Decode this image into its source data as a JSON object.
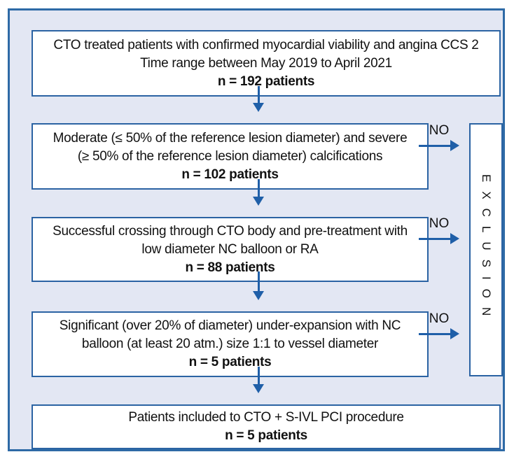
{
  "figure": {
    "type": "patient-flow-diagram",
    "boxes": [
      {
        "lines": [
          "CTO treated patients with confirmed myocardial viability and angina CCS 2",
          "Time range between May 2019 to April 2021"
        ],
        "n_label": "n = 192 patients"
      },
      {
        "lines": [
          "Moderate (≤ 50% of the reference lesion diameter) and severe",
          "(≥ 50% of the reference lesion diameter) calcifications"
        ],
        "n_label": "n = 102 patients"
      },
      {
        "lines": [
          "Successful crossing through CTO body and pre-treatment with",
          "low diameter NC balloon or RA"
        ],
        "n_label": "n = 88 patients"
      },
      {
        "lines": [
          "Significant (over 20% of diameter) under-expansion with NC",
          "balloon (at least 20 atm.) size 1:1 to vessel diameter"
        ],
        "n_label": "n = 5 patients"
      },
      {
        "lines": [
          "Patients included to CTO + S-IVL PCI procedure"
        ],
        "n_label": "n = 5 patients"
      }
    ],
    "exclusion_label": "EXCLUSION",
    "no_labels": [
      "NO",
      "NO",
      "NO"
    ],
    "colors": {
      "frame_border": "#2e6aa6",
      "box_border": "#2b63a3",
      "background": "#e3e7f3",
      "box_fill": "#ffffff",
      "arrow": "#1f5fa8",
      "text": "#111111"
    }
  }
}
